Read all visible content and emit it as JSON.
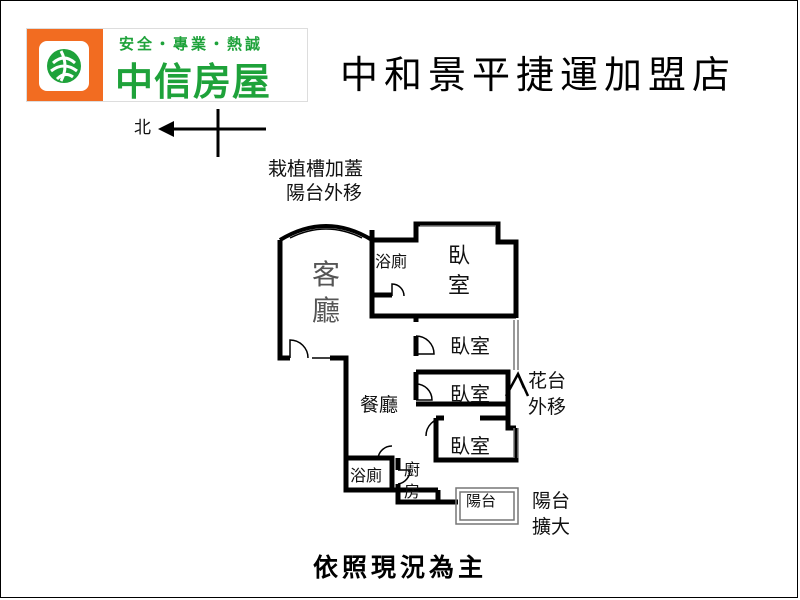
{
  "logo": {
    "slogan": "安全・專業・熱誠",
    "brand": "中信房屋",
    "brand_color": "#1ea23a",
    "box_color": "#f26c21"
  },
  "store_name": "中和景平捷運加盟店",
  "compass": {
    "north_label": "北"
  },
  "rooms": {
    "living_line1": "客",
    "living_line2": "廳",
    "bath_top": "浴廁",
    "bedroom_big_line1": "臥",
    "bedroom_big_line2": "室",
    "bedroom_2": "臥室",
    "bedroom_3": "臥室",
    "bedroom_4": "臥室",
    "dining": "餐廳",
    "bath_bottom": "浴廁",
    "kitchen_line1": "廚",
    "kitchen_line2": "房",
    "balcony": "陽台"
  },
  "notes": {
    "planter_line1": "栽植槽加蓋",
    "planter_line2": "陽台外移",
    "flower_line1": "花台",
    "flower_line2": "外移",
    "balcony_line1": "陽台",
    "balcony_line2": "擴大"
  },
  "footer": "依照現況為主"
}
